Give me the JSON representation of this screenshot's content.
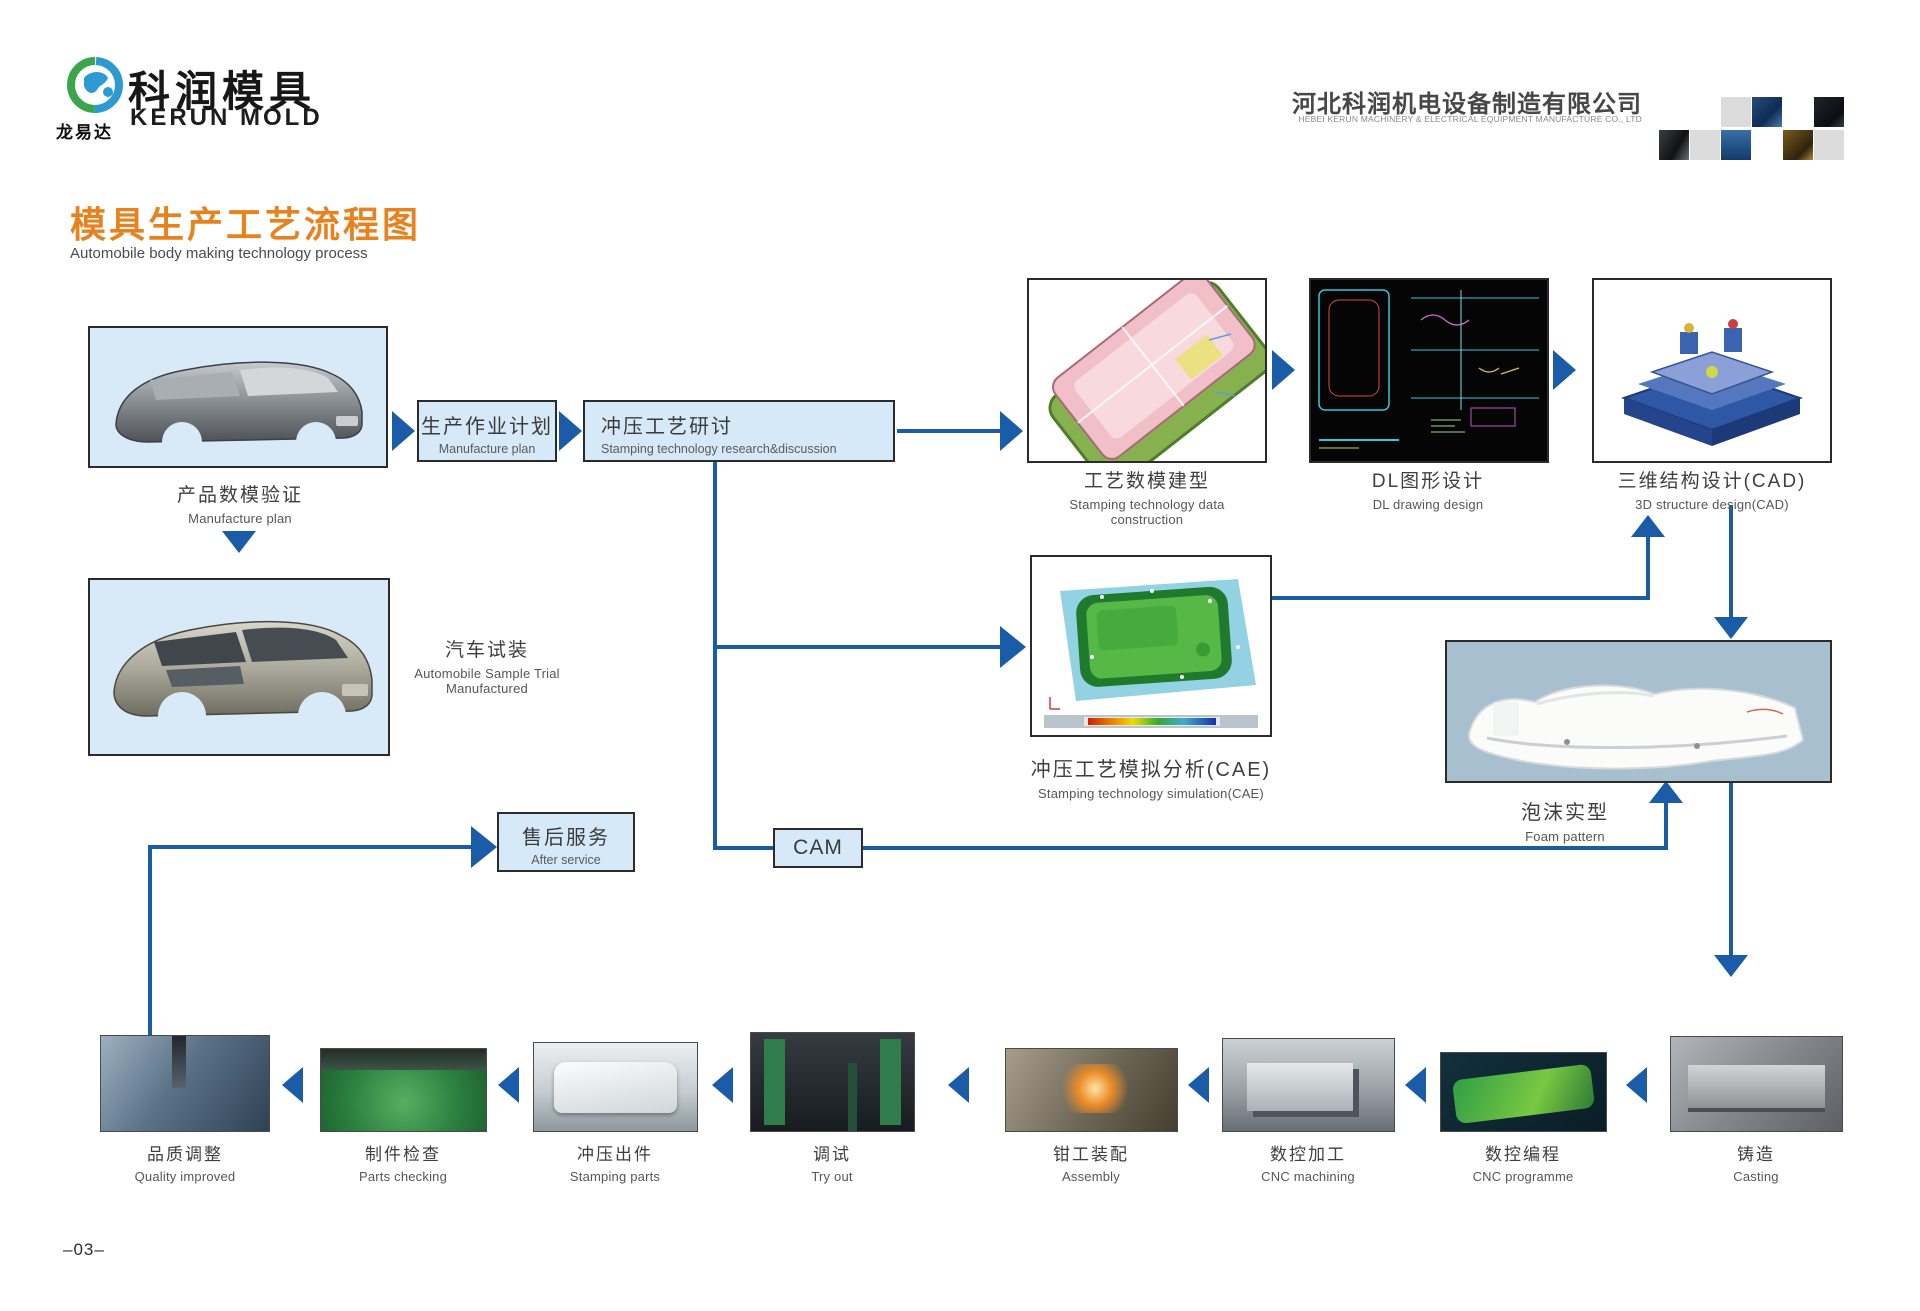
{
  "header": {
    "brand_cn": "科润模具",
    "brand_en": "KERUN MOLD",
    "sub_brand": "龙易达",
    "company_cn": "河北科润机电设备制造有限公司",
    "company_en": "HEBEI KERUN MACHINERY & ELECTRICAL EQUIPMENT MANUFACTURE CO., LTD"
  },
  "title": {
    "cn": "模具生产工艺流程图",
    "en": "Automobile body making technology process"
  },
  "flow": {
    "product_model": {
      "cn": "产品数模验证",
      "en": "Manufacture plan"
    },
    "production_plan": {
      "cn": "生产作业计划",
      "en": "Manufacture plan"
    },
    "stamping_research": {
      "cn": "冲压工艺研讨",
      "en": "Stamping technology research&discussion"
    },
    "auto_sample": {
      "cn": "汽车试装",
      "en1": "Automobile Sample Trial",
      "en2": "Manufactured"
    },
    "tech_model": {
      "cn": "工艺数模建型",
      "en1": "Stamping  technology  data",
      "en2": "construction"
    },
    "dl_design": {
      "cn": "DL图形设计",
      "en": "DL  drawing  design"
    },
    "cad": {
      "cn": "三维结构设计(CAD)",
      "en": "3D structure design(CAD)"
    },
    "cae": {
      "cn": "冲压工艺模拟分析(CAE)",
      "en": "Stamping technology simulation(CAE)"
    },
    "foam": {
      "cn": "泡沫实型",
      "en": "Foam pattern"
    },
    "cam_label": "CAM",
    "after_service": {
      "cn": "售后服务",
      "en": "After service"
    }
  },
  "bottom_row": [
    {
      "cn": "品质调整",
      "en": "Quality improved"
    },
    {
      "cn": "制件检查",
      "en": "Parts checking"
    },
    {
      "cn": "冲压出件",
      "en": "Stamping parts"
    },
    {
      "cn": "调试",
      "en": "Try out"
    },
    {
      "cn": "钳工装配",
      "en": "Assembly"
    },
    {
      "cn": "数控加工",
      "en": "CNC machining"
    },
    {
      "cn": "数控编程",
      "en": "CNC programme"
    },
    {
      "cn": "铸造",
      "en": "Casting"
    }
  ],
  "page_number": "–03–",
  "colors": {
    "arrow_blue": "#1a5ca8",
    "box_fill": "#d6e9f8",
    "title_orange": "#e8821e",
    "image_bg_blue": "#d8e9f7",
    "foam_bg": "#a7bfce"
  }
}
